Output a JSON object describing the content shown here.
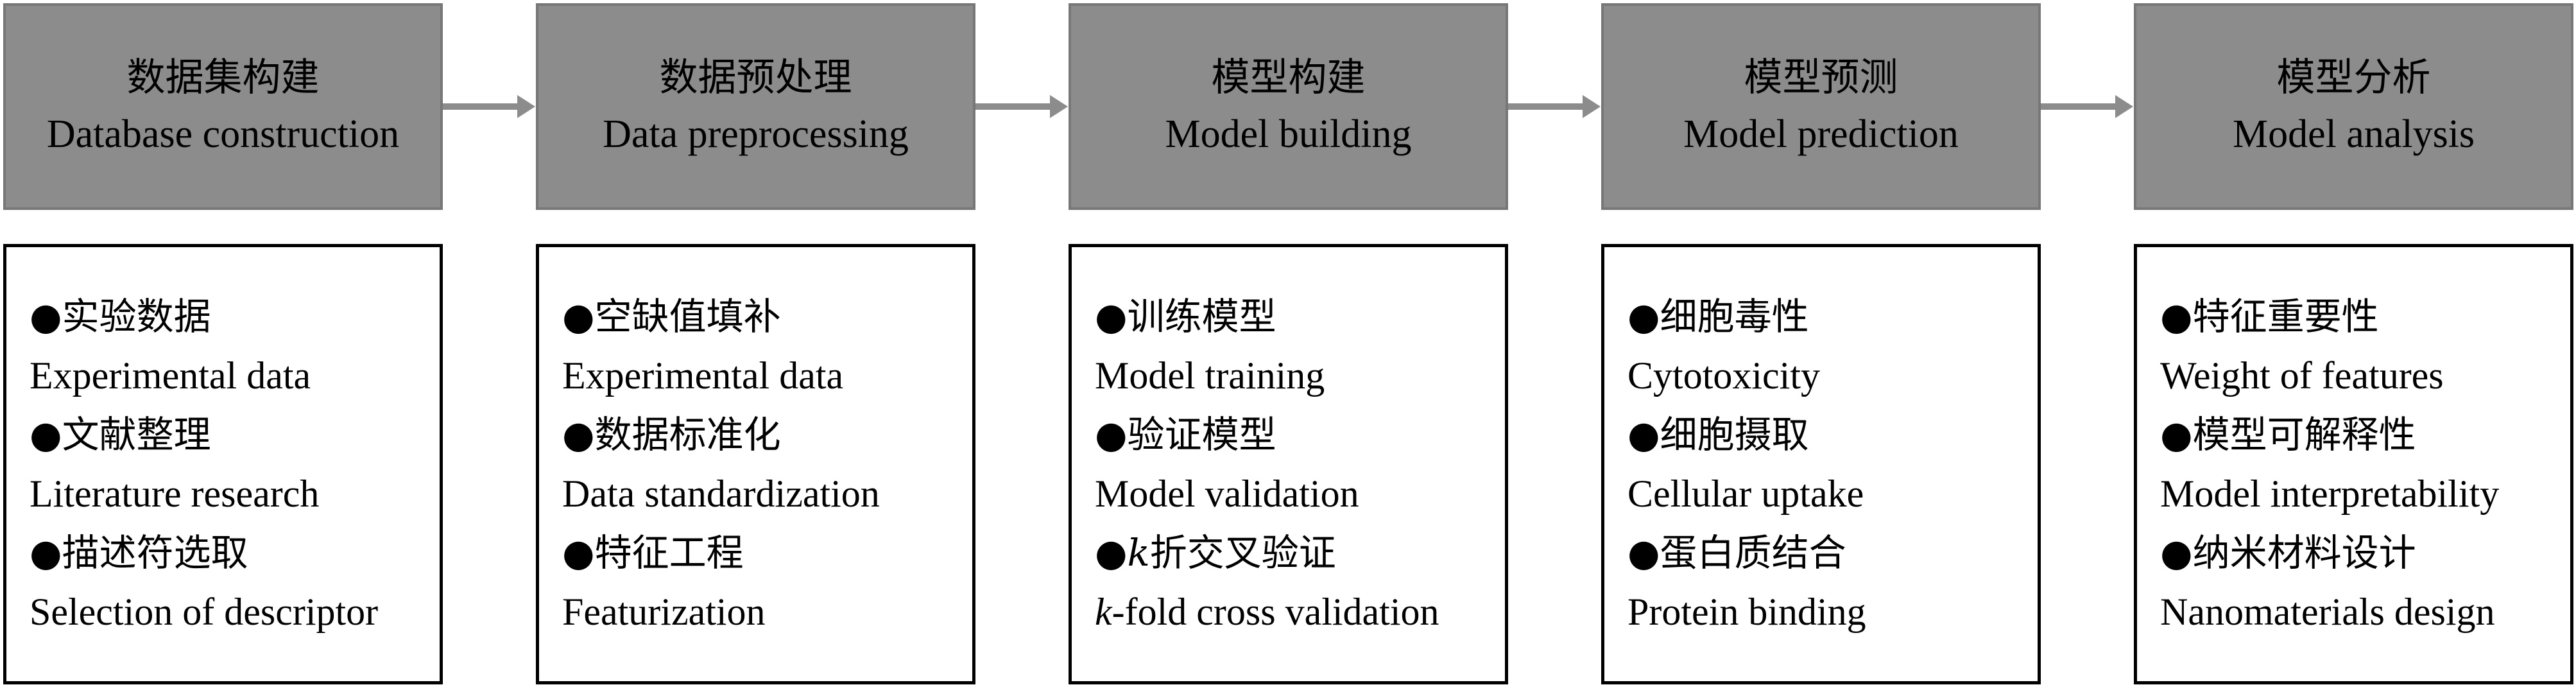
{
  "stages": [
    {
      "title_zh": "数据集构建",
      "title_en": "Database construction",
      "items": [
        {
          "zh": "实验数据",
          "en": "Experimental data"
        },
        {
          "zh": "文献整理",
          "en": "Literature research"
        },
        {
          "zh": "描述符选取",
          "en": "Selection of descriptor"
        }
      ]
    },
    {
      "title_zh": "数据预处理",
      "title_en": "Data preprocessing",
      "items": [
        {
          "zh": "空缺值填补",
          "en": "Experimental data"
        },
        {
          "zh": "数据标准化",
          "en": "Data standardization"
        },
        {
          "zh": "特征工程",
          "en": "Featurization"
        }
      ]
    },
    {
      "title_zh": "模型构建",
      "title_en": "Model building",
      "items": [
        {
          "zh": "训练模型",
          "en": "Model training"
        },
        {
          "zh": "验证模型",
          "en": "Model validation"
        },
        {
          "zh_k": "k",
          "zh_rest": "折交叉验证",
          "en_k": "k",
          "en_rest": "-fold cross validation"
        }
      ]
    },
    {
      "title_zh": "模型预测",
      "title_en": "Model prediction",
      "items": [
        {
          "zh": "细胞毒性",
          "en": "Cytotoxicity"
        },
        {
          "zh": "细胞摄取",
          "en": "Cellular uptake"
        },
        {
          "zh": "蛋白质结合",
          "en": "Protein binding"
        }
      ]
    },
    {
      "title_zh": "模型分析",
      "title_en": "Model analysis",
      "items": [
        {
          "zh": "特征重要性",
          "en": "Weight of features"
        },
        {
          "zh": "模型可解释性",
          "en": "Model interpretability"
        },
        {
          "zh": "纳米材料设计",
          "en": "Nanomaterials design"
        }
      ]
    }
  ],
  "bullet": "●",
  "colors": {
    "header_fill": "#8c8c8c",
    "header_border": "#777777",
    "arrow": "#8c8c8c",
    "body_border": "#000000"
  }
}
